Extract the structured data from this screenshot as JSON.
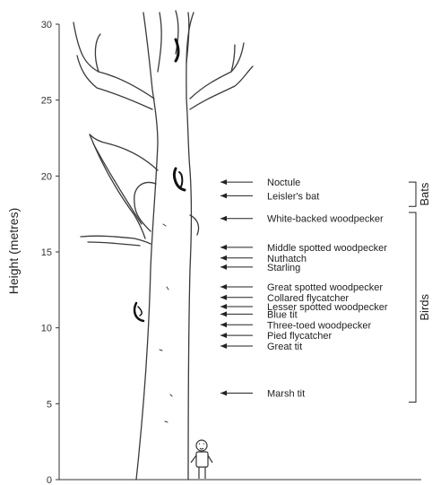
{
  "y_axis": {
    "title": "Height (metres)",
    "ticks": [
      "0",
      "5",
      "10",
      "15",
      "20",
      "25",
      "30"
    ],
    "min": 0,
    "max": 30
  },
  "species": [
    {
      "name": "Noctule",
      "height": 19.6
    },
    {
      "name": "Leisler's bat",
      "height": 18.7
    },
    {
      "name": "White-backed woodpecker",
      "height": 17.2
    },
    {
      "name": "Middle spotted woodpecker",
      "height": 15.3
    },
    {
      "name": "Nuthatch",
      "height": 14.6
    },
    {
      "name": "Starling",
      "height": 14.0
    },
    {
      "name": "Great spotted woodpecker",
      "height": 12.7
    },
    {
      "name": "Collared flycatcher",
      "height": 12.0
    },
    {
      "name": "Lesser spotted woodpecker",
      "height": 11.4
    },
    {
      "name": "Blue tit",
      "height": 10.9
    },
    {
      "name": "Three-toed woodpecker",
      "height": 10.2
    },
    {
      "name": "Pied flycatcher",
      "height": 9.5
    },
    {
      "name": "Great tit",
      "height": 8.8
    },
    {
      "name": "Marsh tit",
      "height": 5.7
    }
  ],
  "groups": [
    {
      "name": "Bats",
      "from": 19.6,
      "to": 18.0
    },
    {
      "name": "Birds",
      "from": 17.6,
      "to": 5.1
    }
  ],
  "colors": {
    "ink": "#222222",
    "tree_outline": "#3a3a3a"
  }
}
